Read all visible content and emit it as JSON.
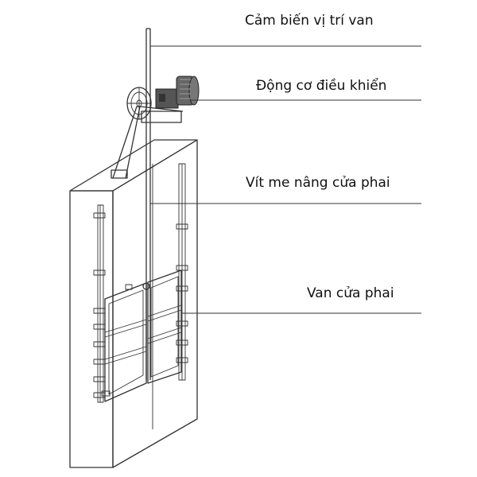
{
  "labels": {
    "sensor": "Cảm biến vị trí van",
    "motor": "Động cơ điều khiển",
    "screw": "Vít me nâng cửa phai",
    "gate": "Van cửa phai"
  },
  "colors": {
    "line": "#333333",
    "motor_fill": "#555555",
    "text": "#111111",
    "background": "#ffffff"
  }
}
